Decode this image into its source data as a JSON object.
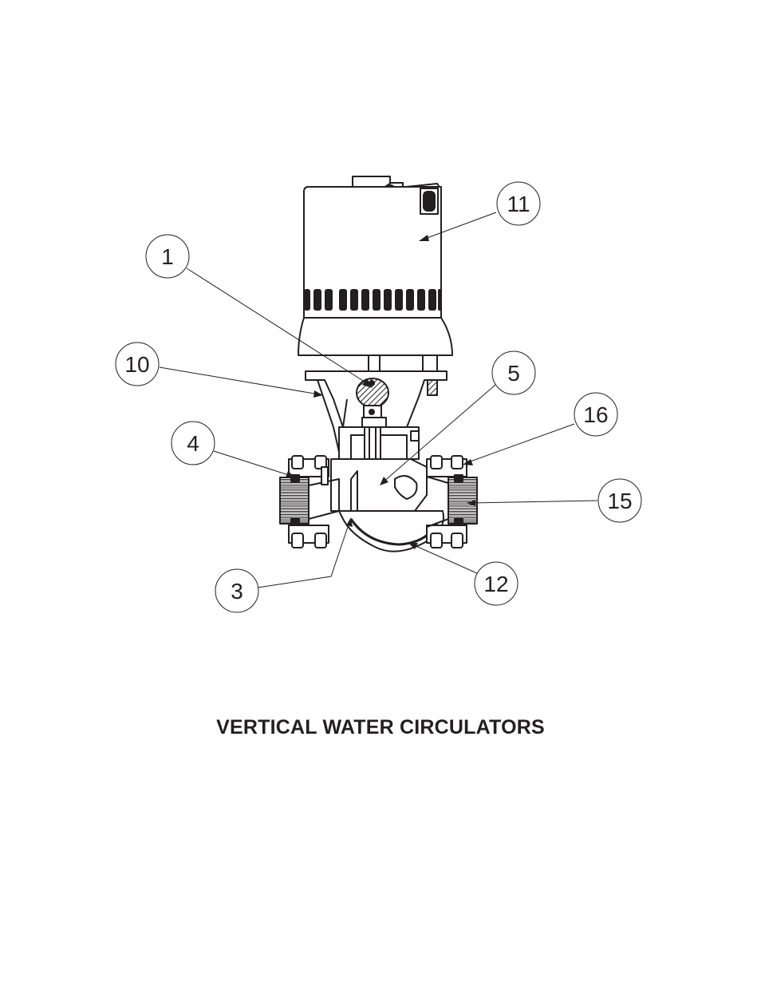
{
  "title": "VERTICAL WATER CIRCULATORS",
  "callouts": [
    {
      "id": "c11",
      "label": "11"
    },
    {
      "id": "c1",
      "label": "1"
    },
    {
      "id": "c10",
      "label": "10"
    },
    {
      "id": "c5",
      "label": "5"
    },
    {
      "id": "c16",
      "label": "16"
    },
    {
      "id": "c4",
      "label": "4"
    },
    {
      "id": "c15",
      "label": "15"
    },
    {
      "id": "c3",
      "label": "3"
    },
    {
      "id": "c12",
      "label": "12"
    }
  ],
  "colors": {
    "ink": "#231f20",
    "background": "#ffffff"
  }
}
